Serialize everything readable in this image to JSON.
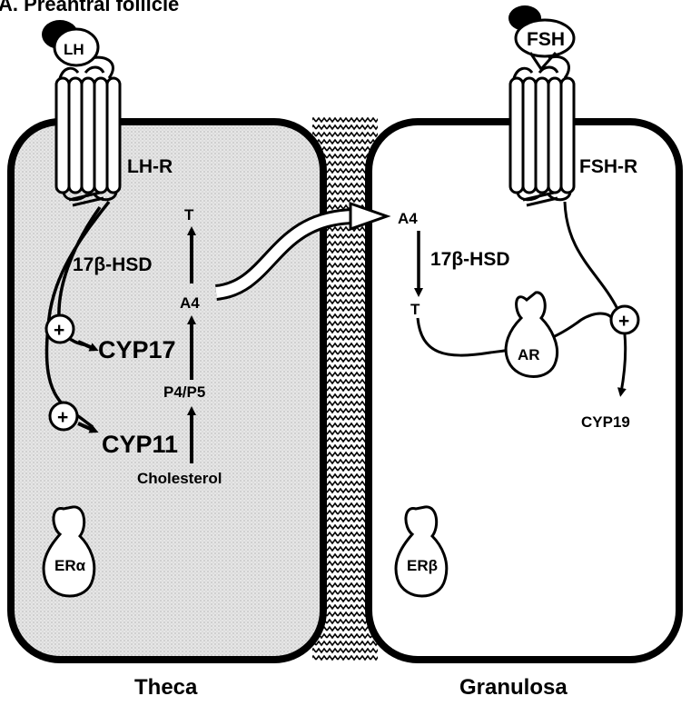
{
  "figure": {
    "heading": "A. Preantral follicle"
  },
  "theca": {
    "caption": "Theca",
    "hormone": "LH",
    "receptor": "LH-R",
    "estrogen_receptor": "ERα",
    "pathway": {
      "t": "T",
      "enzyme_17b": "17β-HSD",
      "a4": "A4",
      "cyp17": "CYP17",
      "p4p5": "P4/P5",
      "cyp11": "CYP11",
      "cholesterol": "Cholesterol"
    },
    "plus_sign": "+"
  },
  "granulosa": {
    "caption": "Granulosa",
    "hormone": "FSH",
    "receptor": "FSH-R",
    "estrogen_receptor": "ERβ",
    "androgen_receptor": "AR",
    "pathway": {
      "a4": "A4",
      "enzyme_17b": "17β-HSD",
      "t": "T",
      "cyp19": "CYP19"
    },
    "plus_sign": "+"
  },
  "colors": {
    "stroke": "#000000",
    "theca_fill": "#e3e3e3",
    "granulosa_fill": "#ffffff"
  }
}
